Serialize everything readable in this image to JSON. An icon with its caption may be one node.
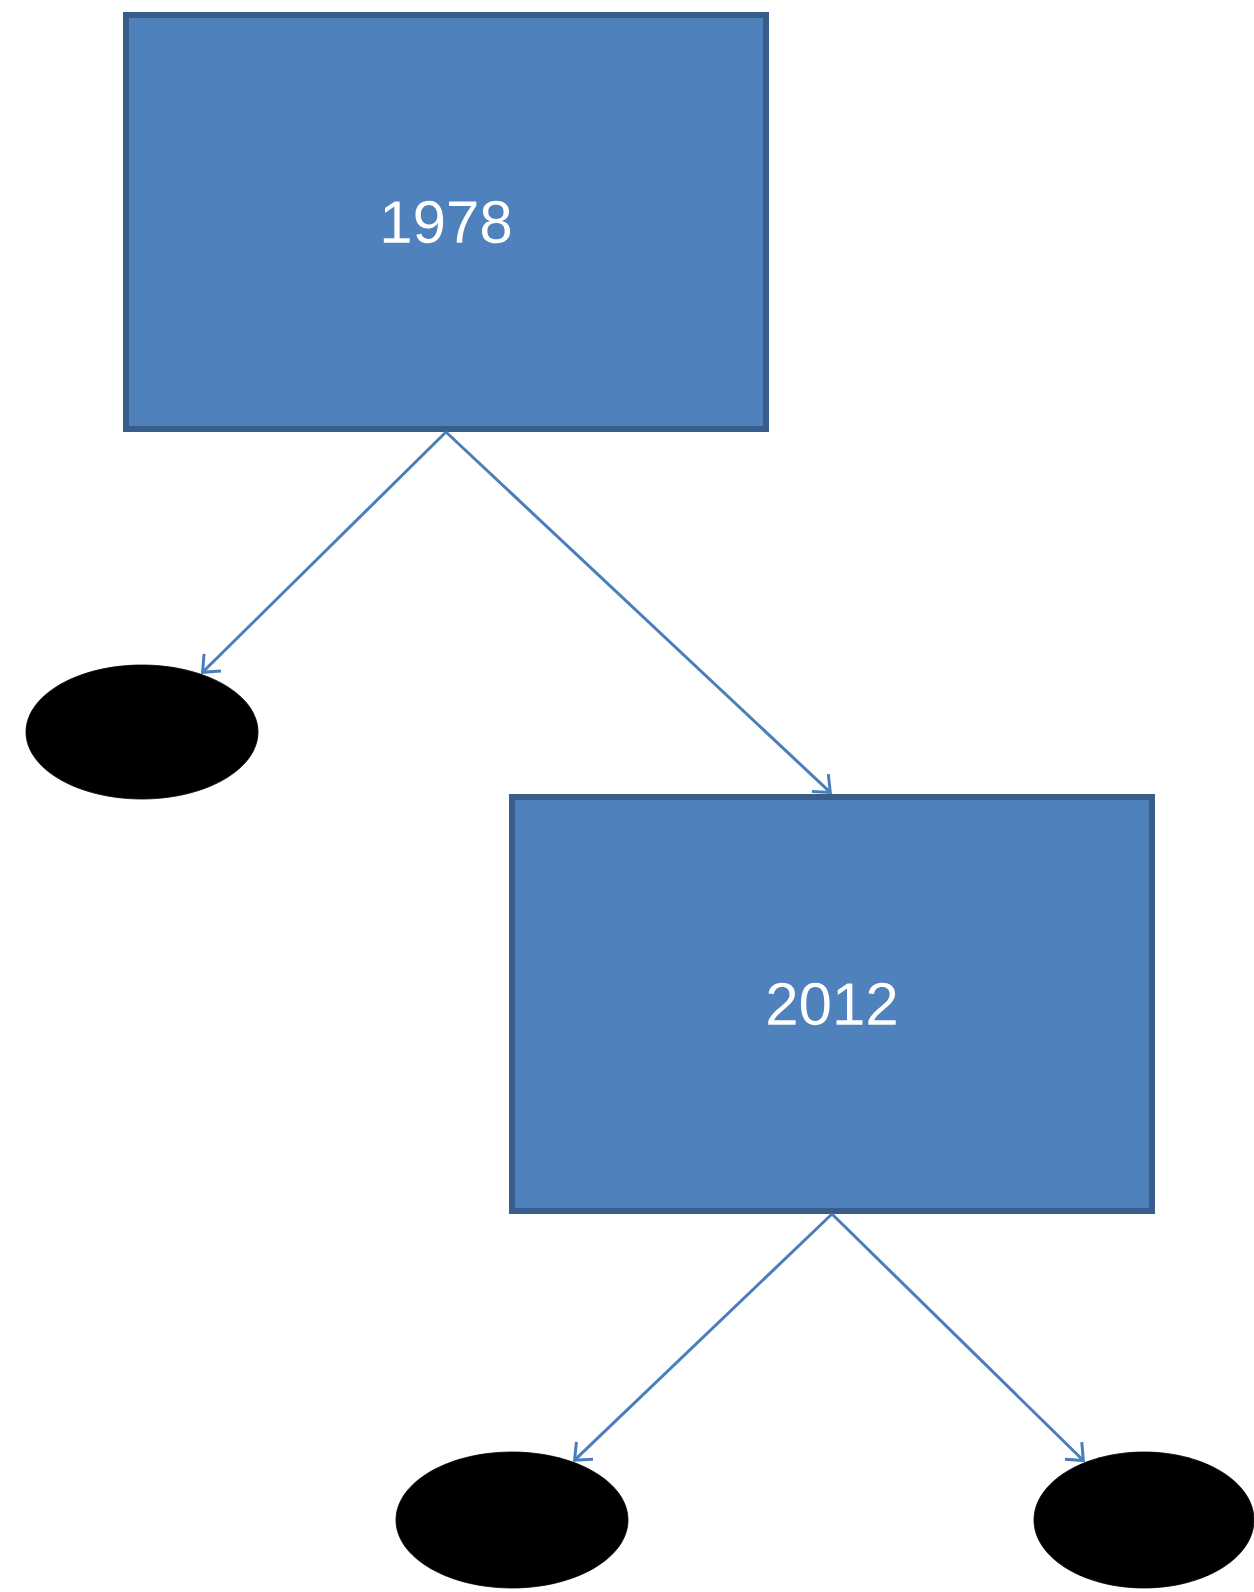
{
  "diagram": {
    "nodes": [
      {
        "text": [
          "1978"
        ]
      },
      {
        "text": [],
        "shape": "ellipse"
      },
      {
        "text": [
          "2012"
        ]
      },
      {
        "text": [],
        "shape": "ellipse"
      },
      {
        "text": [],
        "shape": "ellipse"
      }
    ],
    "edges": [
      {
        "from": 0,
        "to": 1,
        "arrow": "to"
      },
      {
        "from": 0,
        "to": 2,
        "arrow": "to"
      },
      {
        "from": 2,
        "to": 3,
        "arrow": "to"
      },
      {
        "from": 2,
        "to": 4,
        "arrow": "to"
      }
    ]
  }
}
